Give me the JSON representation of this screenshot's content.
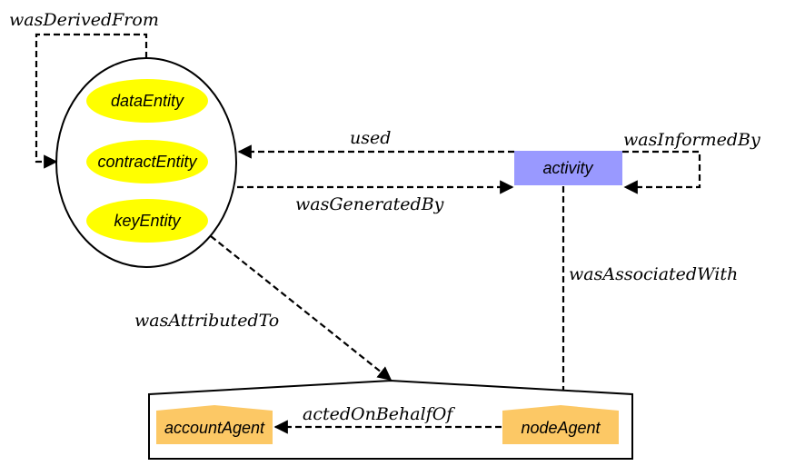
{
  "colors": {
    "entity_fill": "#ffff00",
    "activity_fill": "#9999ff",
    "agent_fill": "#fcc865",
    "line": "#000000"
  },
  "entities": {
    "data": "dataEntity",
    "contract": "contractEntity",
    "key": "keyEntity"
  },
  "activity": {
    "label": "activity"
  },
  "agents": {
    "account": "accountAgent",
    "node": "nodeAgent"
  },
  "relations": {
    "was_derived_from": "wasDerivedFrom",
    "used": "used",
    "was_generated_by": "wasGeneratedBy",
    "was_informed_by": "wasInformedBy",
    "was_associated_with": "wasAssociatedWith",
    "was_attributed_to": "wasAttributedTo",
    "acted_on_behalf_of": "actedOnBehalfOf"
  }
}
